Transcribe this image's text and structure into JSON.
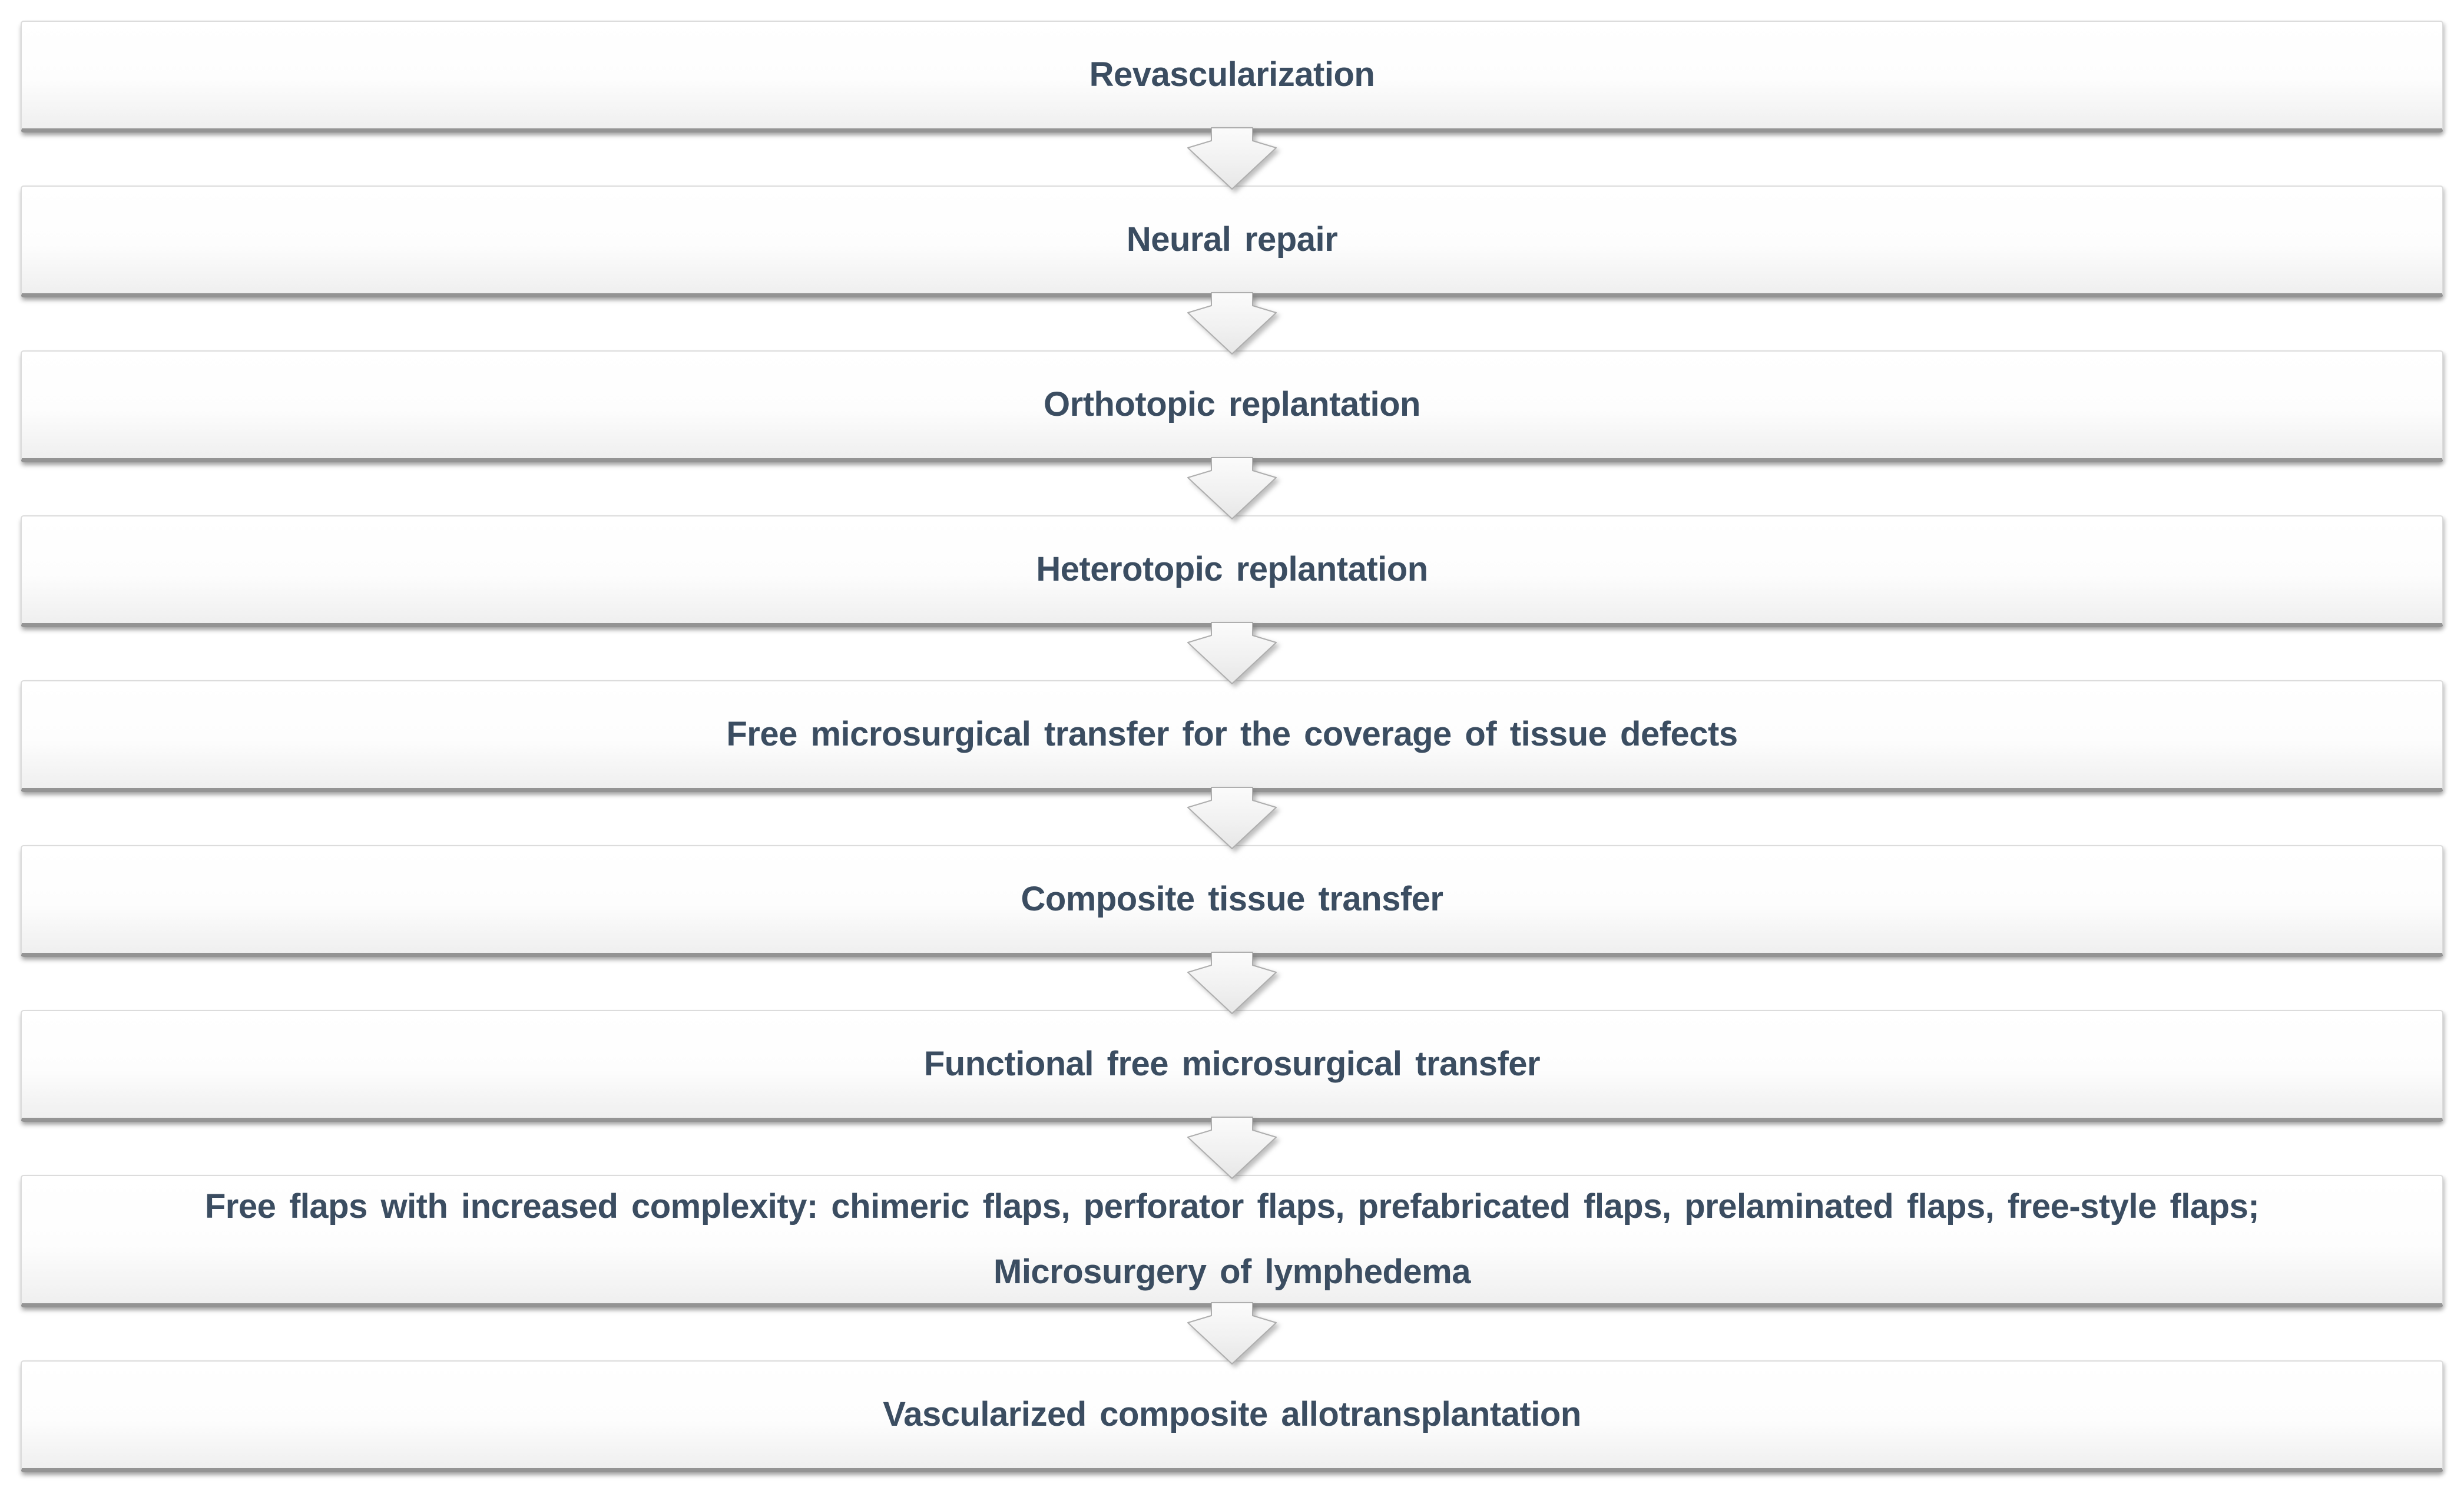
{
  "diagram": {
    "type": "vertical-flowchart",
    "connector": "down-chevron-arrow",
    "steps": [
      {
        "lines": [
          "Revascularization"
        ]
      },
      {
        "lines": [
          "Neural repair"
        ]
      },
      {
        "lines": [
          "Orthotopic replantation"
        ]
      },
      {
        "lines": [
          "Heterotopic replantation"
        ]
      },
      {
        "lines": [
          "Free microsurgical transfer for the coverage of tissue defects"
        ]
      },
      {
        "lines": [
          "Composite tissue transfer"
        ]
      },
      {
        "lines": [
          "Functional free microsurgical transfer"
        ]
      },
      {
        "lines": [
          "Free flaps with increased complexity: chimeric flaps, perforator flaps, prefabricated flaps, prelaminated flaps, free-style flaps;",
          "Microsurgery of lymphedema"
        ]
      },
      {
        "lines": [
          "Vascularized composite allotransplantation"
        ]
      }
    ],
    "colors": {
      "text": "#3b4d61",
      "box_fill_top": "#ffffff",
      "box_fill_bottom": "#efefef",
      "box_border": "#dcdcdc",
      "box_border_bottom": "#949494",
      "arrow_fill_top": "#fbfbfb",
      "arrow_fill_bottom": "#e7e7e7",
      "arrow_outline": "#aeaeae",
      "background": "#ffffff"
    }
  }
}
